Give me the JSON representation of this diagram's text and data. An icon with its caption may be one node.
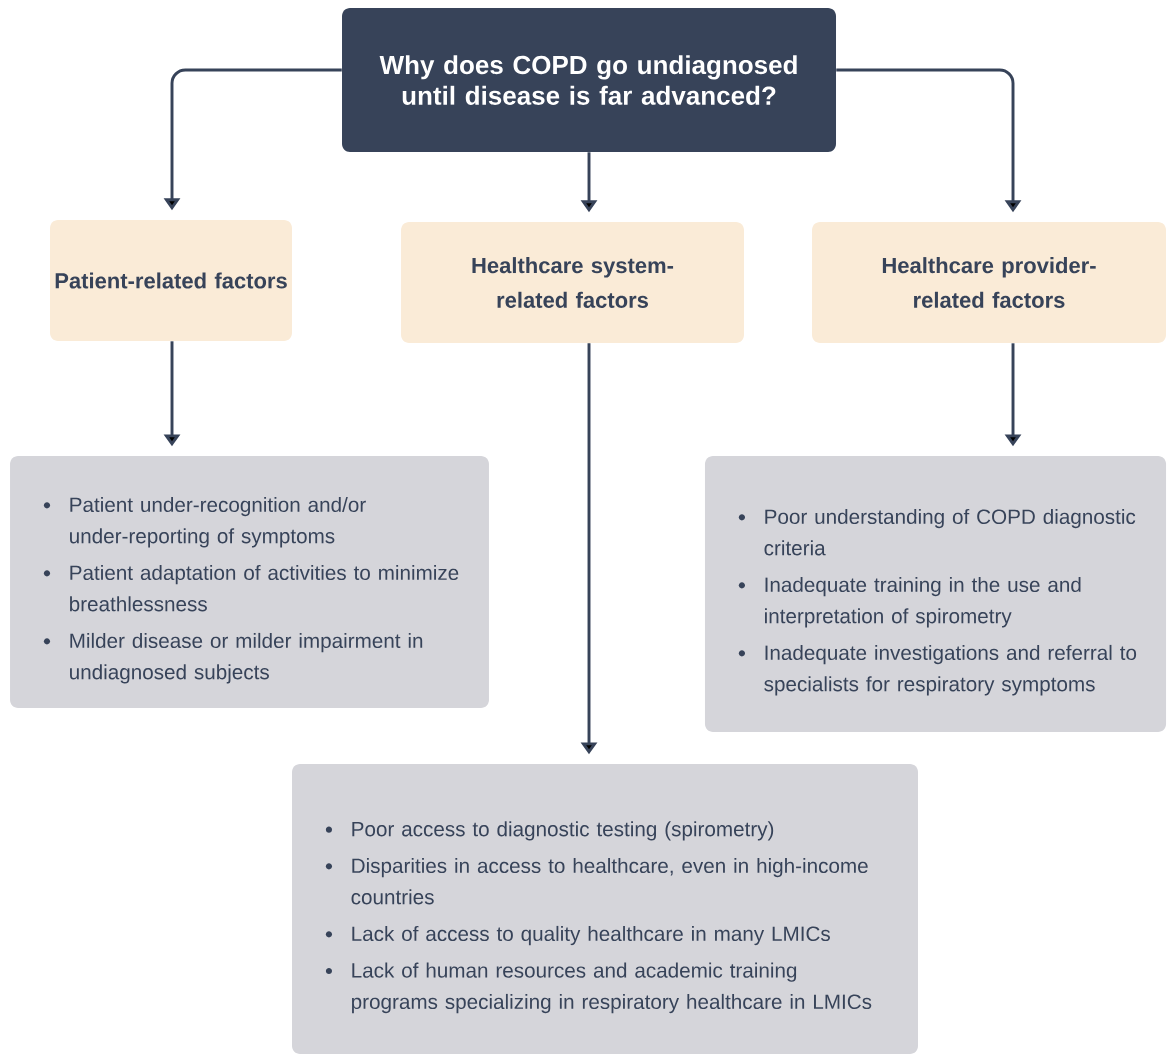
{
  "diagram": {
    "nodes": [
      {
        "text": [
          "Why does COPD go undiagnosed until disease is far advanced?"
        ]
      },
      {
        "text": [
          "Patient-related factors"
        ]
      },
      {
        "text": [
          "Healthcare system-related factors"
        ]
      },
      {
        "text": [
          "Healthcare provider-related factors"
        ]
      },
      {
        "text": [
          "Patient under-recognition and/or under-reporting of symptoms",
          "Patient adaptation of activities to minimize breathlessness",
          "Milder disease or milder impairment in undiagnosed subjects"
        ]
      },
      {
        "text": [
          "Poor understanding of COPD diagnostic criteria",
          "Inadequate training in the use and interpretation of spirometry",
          "Inadequate investigations and referral to specialists for respiratory symptoms"
        ]
      },
      {
        "text": [
          "Poor access to diagnostic testing (spirometry)",
          "Disparities in access to healthcare, even in high-income countries",
          "Lack of access to quality healthcare in many LMICs",
          "Lack of human resources and academic training programs specializing in respiratory healthcare in LMICs"
        ]
      }
    ],
    "edges": [
      {
        "from": 0,
        "to": 1,
        "arrow": "to"
      },
      {
        "from": 0,
        "to": 2,
        "arrow": "to"
      },
      {
        "from": 0,
        "to": 3,
        "arrow": "to"
      },
      {
        "from": 1,
        "to": 4,
        "arrow": "to"
      },
      {
        "from": 2,
        "to": 6,
        "arrow": "to"
      },
      {
        "from": 3,
        "to": 5,
        "arrow": "to"
      }
    ]
  }
}
